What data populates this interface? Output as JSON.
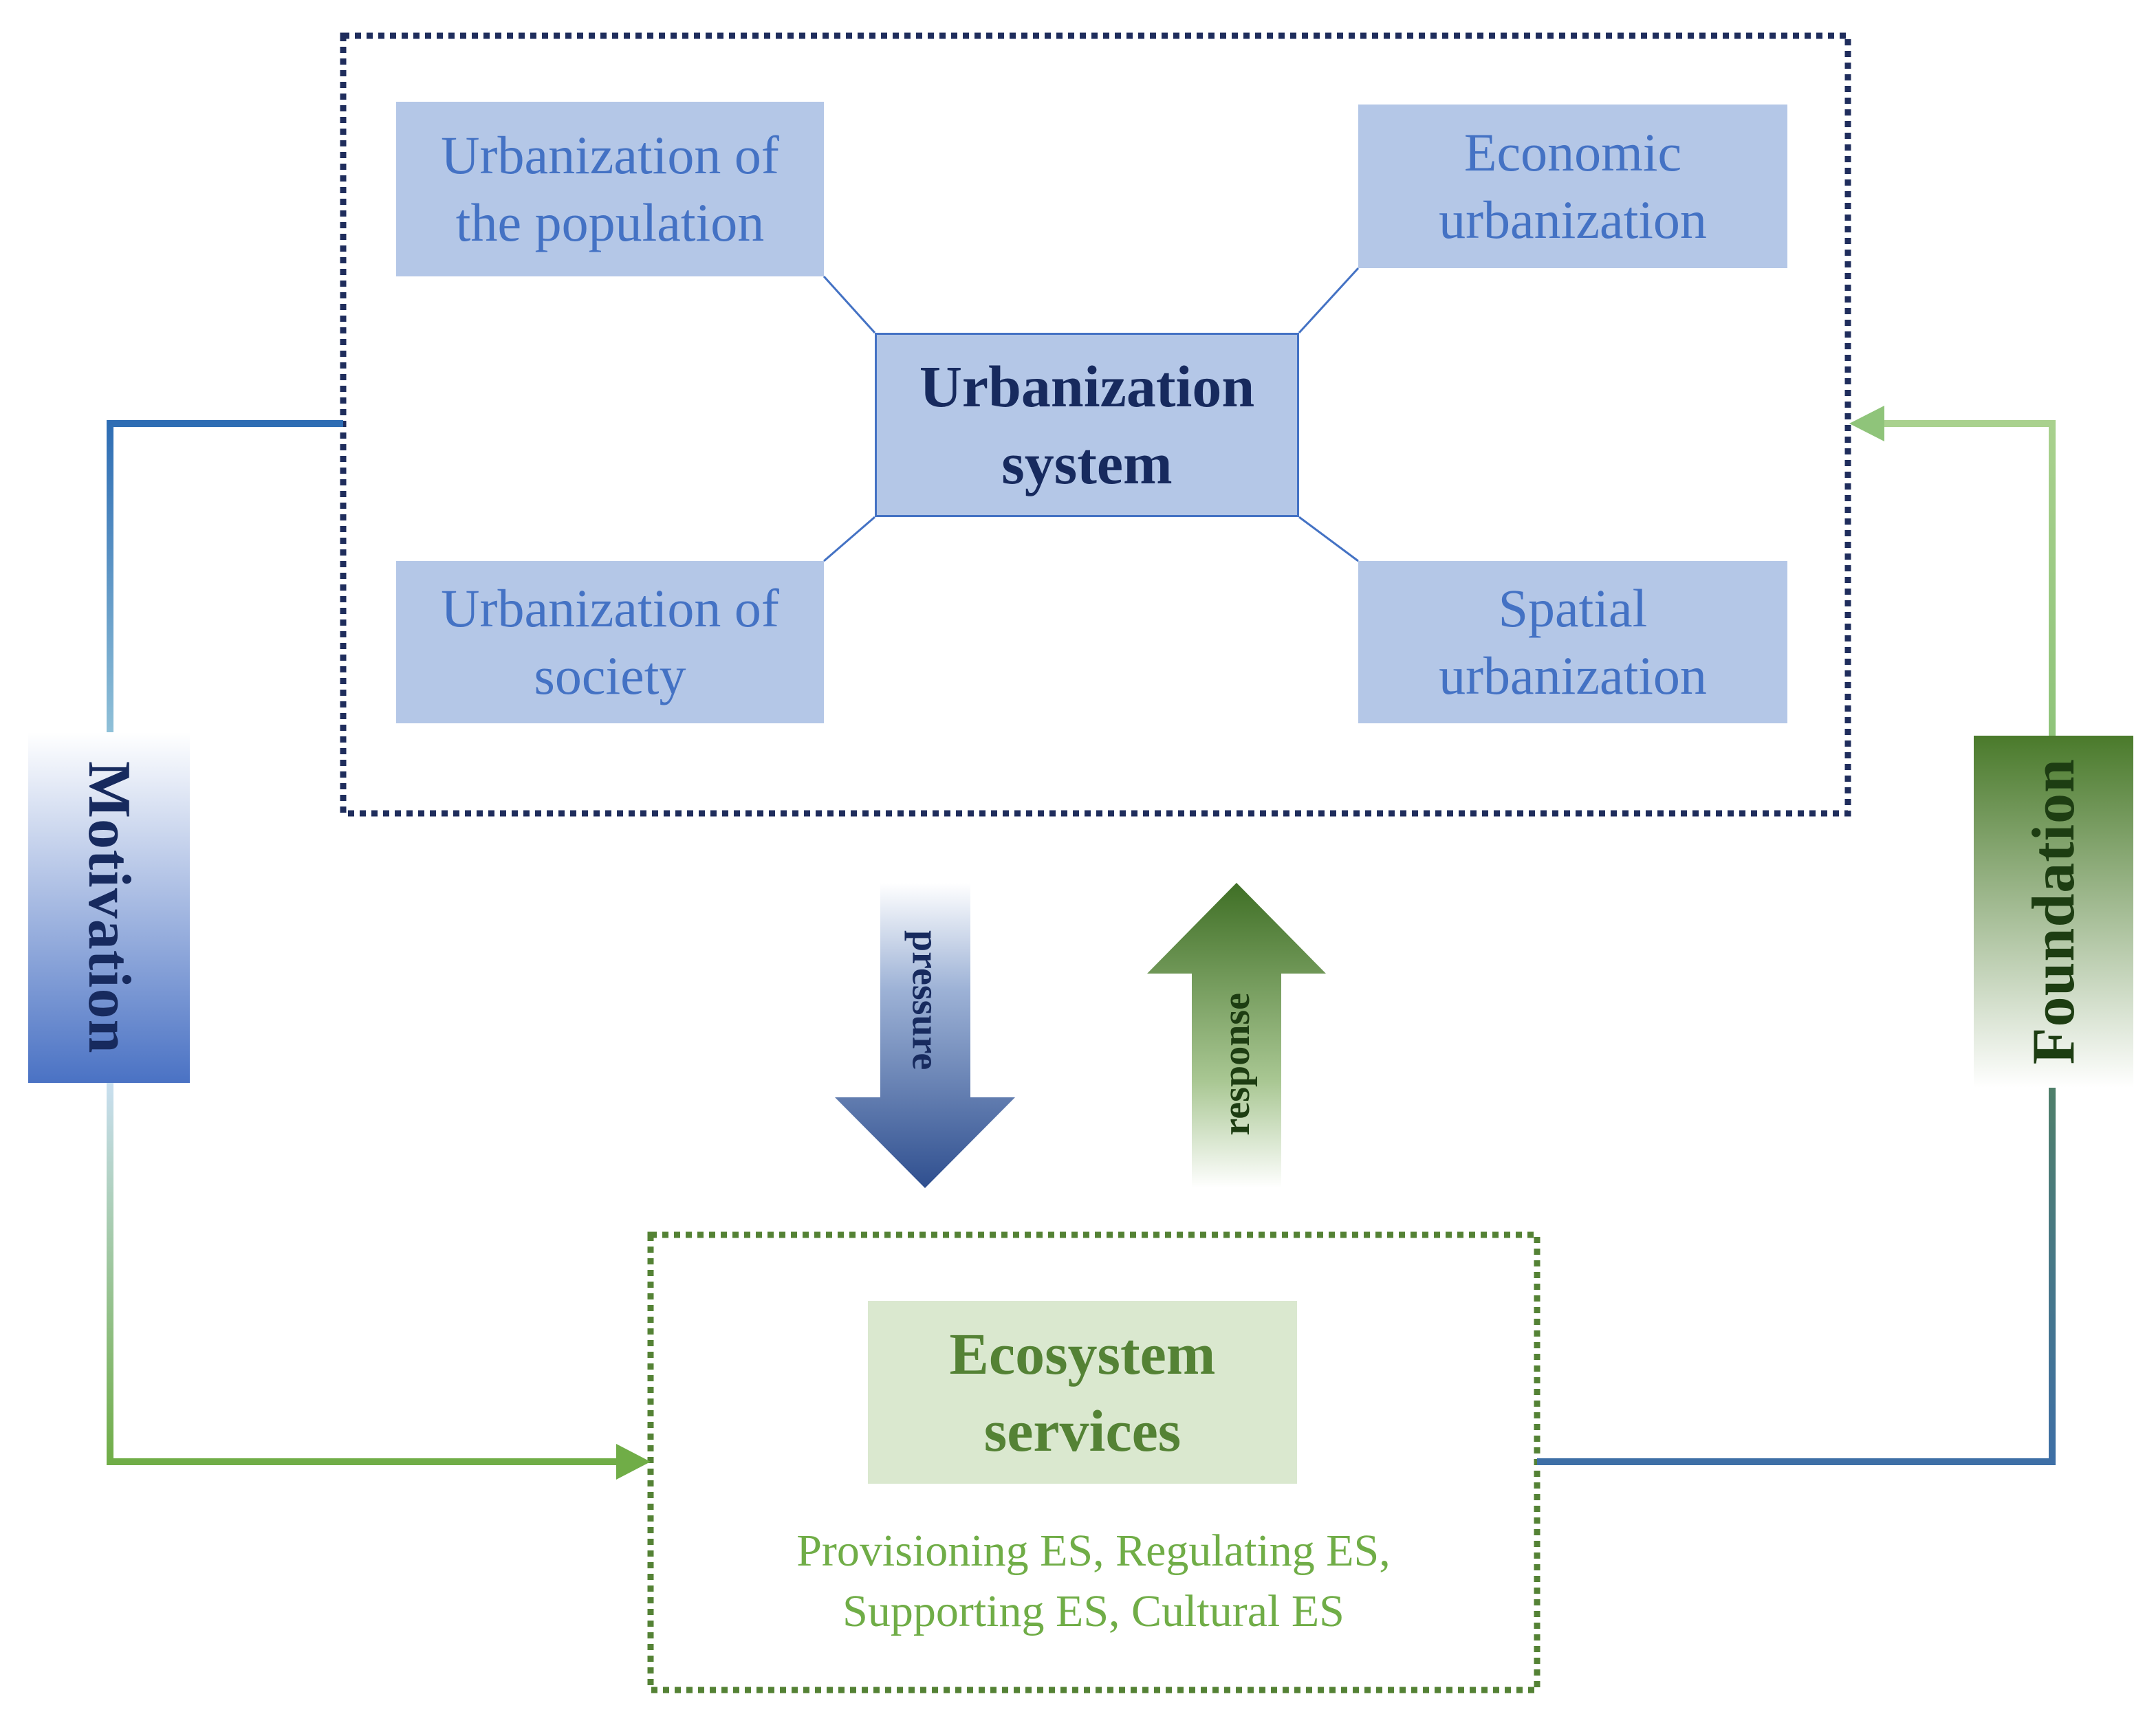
{
  "urbanization_system": {
    "title": "Urbanization system",
    "components": {
      "population": "Urbanization of the population",
      "economic": "Economic urbanization",
      "society": "Urbanization of society",
      "spatial": "Spatial urbanization"
    }
  },
  "ecosystem": {
    "title": "Ecosystem services",
    "types": "Provisioning ES, Regulating ES, Supporting ES, Cultural ES"
  },
  "links": {
    "left": "Motivation",
    "right": "Foundation",
    "down": "pressure",
    "up": "response"
  },
  "colors": {
    "blue_box": "#b4c7e7",
    "blue_text": "#4472c4",
    "navy": "#172a5e",
    "green_box": "#dae8cf",
    "green_text": "#548235",
    "light_green": "#70ad47"
  }
}
